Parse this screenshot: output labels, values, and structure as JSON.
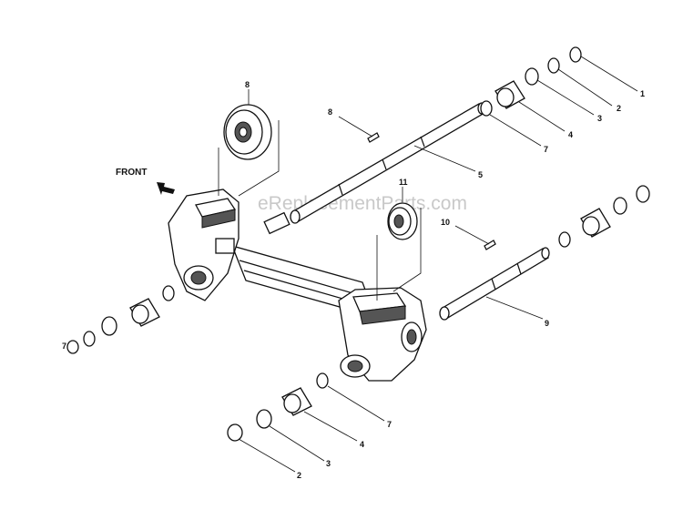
{
  "diagram": {
    "watermark": "eReplacementParts.com",
    "direction_label": "FRONT",
    "callouts": {
      "top_1": "1",
      "top_2": "2",
      "top_3": "3",
      "top_4": "4",
      "top_5": "5",
      "top_7": "7",
      "top_8_gear": "8",
      "top_8_key": "8",
      "right_9": "9",
      "key_10": "10",
      "gear_11": "11",
      "bottom_2": "2",
      "bottom_3": "3",
      "bottom_4": "4",
      "bottom_7": "7",
      "left_7": "7"
    }
  }
}
